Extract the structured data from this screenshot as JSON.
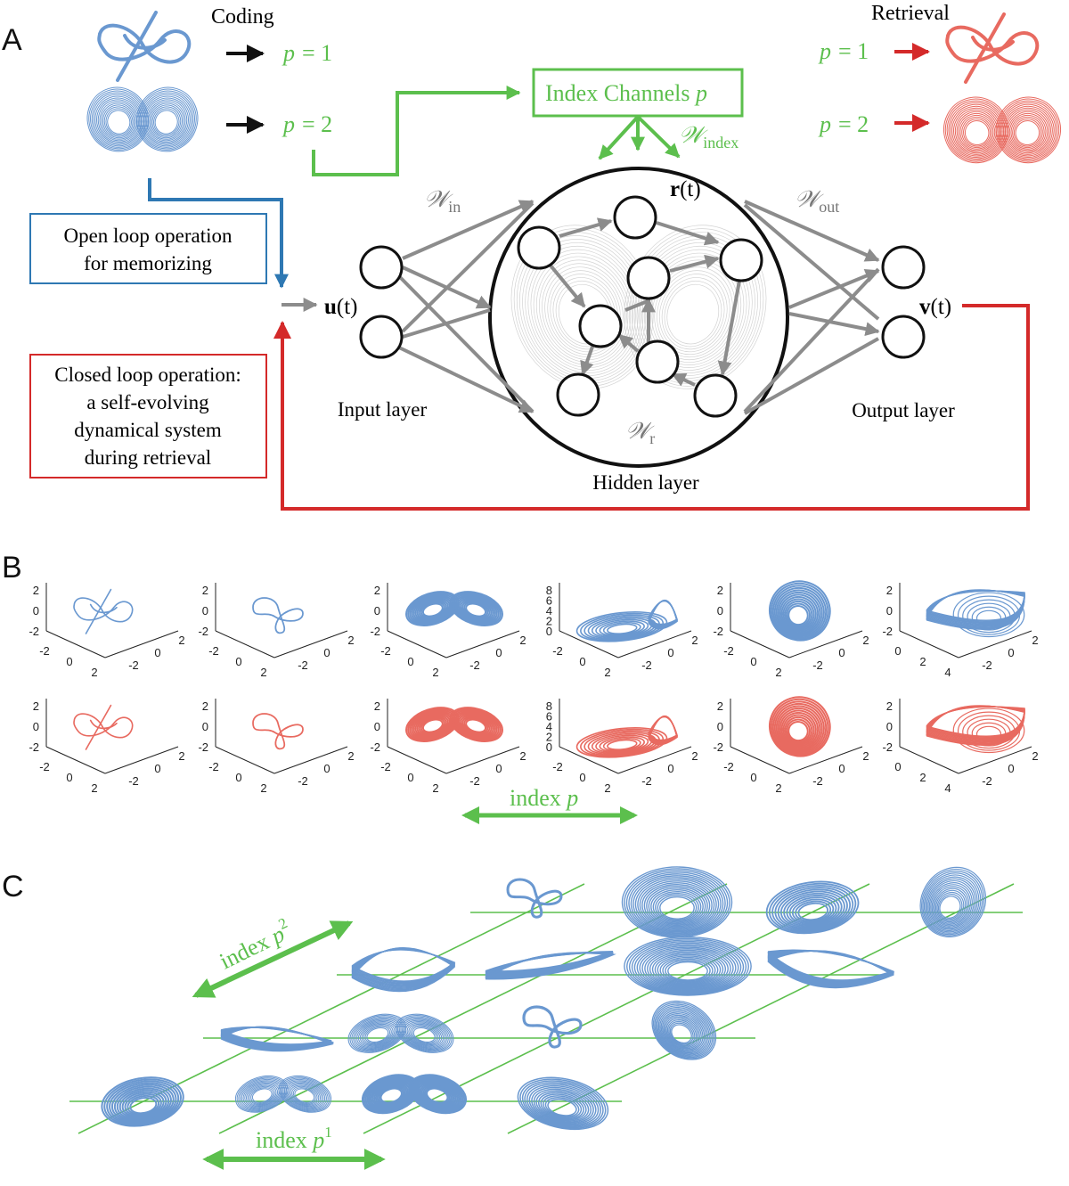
{
  "colors": {
    "blue": "#6a98d0",
    "blue_dark": "#2e78b3",
    "red": "#e86a60",
    "red_dark": "#d42a2a",
    "green": "#5cbf4d",
    "gray": "#8c8c8c"
  },
  "panel_a": {
    "letter": "A",
    "coding_label": "Coding",
    "retrieval_label": "Retrieval",
    "p_items": [
      {
        "var": "p",
        "eq": "= 1"
      },
      {
        "var": "p",
        "eq": "= 2"
      }
    ],
    "index_box": {
      "text": "Index Channels ",
      "var": "p"
    },
    "weights": {
      "w_in": {
        "main": "𝒲",
        "sub": "in"
      },
      "w_out": {
        "main": "𝒲",
        "sub": "out"
      },
      "w_index": {
        "main": "𝒲",
        "sub": "index"
      },
      "w_r": {
        "main": "𝒲",
        "sub": "r"
      }
    },
    "vectors": {
      "u": {
        "bold": "u",
        "rest": "(t)"
      },
      "r": {
        "bold": "r",
        "rest": "(t)"
      },
      "v": {
        "bold": "v",
        "rest": "(t)"
      }
    },
    "open_loop": [
      "Open loop operation",
      "for memorizing"
    ],
    "closed_loop": [
      "Closed loop operation:",
      "a self-evolving",
      "dynamical system",
      "during retrieval"
    ],
    "layers": {
      "input": "Input layer",
      "hidden": "Hidden layer",
      "output": "Output layer"
    }
  },
  "panel_b": {
    "letter": "B",
    "index_label": {
      "text": "index ",
      "var": "p"
    },
    "plots": [
      {
        "name": "attractor-1",
        "z_ticks": [
          "2",
          "0",
          "-2"
        ],
        "x_ticks": [
          "-2",
          "0",
          "2"
        ],
        "y_ticks": [
          "-2",
          "0",
          "2"
        ]
      },
      {
        "name": "attractor-2",
        "z_ticks": [
          "2",
          "0",
          "-2"
        ],
        "x_ticks": [
          "-2",
          "0",
          "2"
        ],
        "y_ticks": [
          "-2",
          "0",
          "2"
        ]
      },
      {
        "name": "attractor-3",
        "z_ticks": [
          "2",
          "0",
          "-2"
        ],
        "x_ticks": [
          "-2",
          "0",
          "2"
        ],
        "y_ticks": [
          "-2",
          "0",
          "2"
        ]
      },
      {
        "name": "attractor-4",
        "z_ticks": [
          "8",
          "6",
          "4",
          "2",
          "0"
        ],
        "x_ticks": [
          "-2",
          "0",
          "2"
        ],
        "y_ticks": [
          "-2",
          "0",
          "2"
        ]
      },
      {
        "name": "attractor-5",
        "z_ticks": [
          "2",
          "0",
          "-2"
        ],
        "x_ticks": [
          "-2",
          "0",
          "2"
        ],
        "y_ticks": [
          "-2",
          "0",
          "2"
        ]
      },
      {
        "name": "attractor-6",
        "z_ticks": [
          "2",
          "0",
          "-2"
        ],
        "x_ticks": [
          "0",
          "2",
          "4"
        ],
        "y_ticks": [
          "-2",
          "0",
          "2"
        ]
      }
    ]
  },
  "panel_c": {
    "letter": "C",
    "index_p2": {
      "text": "index ",
      "var": "p",
      "sup": "2"
    },
    "index_p1": {
      "text": "index ",
      "var": "p",
      "sup": "1"
    }
  }
}
